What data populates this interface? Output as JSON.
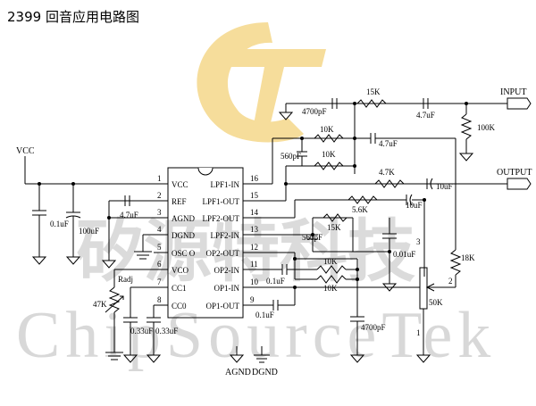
{
  "title": "2399 回音应用电路图",
  "watermark": {
    "company_cn": "矽源特科技",
    "company_en": "ChipSourceTek",
    "logo_color": "#f3d27a",
    "text_color": "#c8c8c8"
  },
  "ic": {
    "left_pins": [
      {
        "num": "1",
        "name": "VCC"
      },
      {
        "num": "2",
        "name": "REF"
      },
      {
        "num": "3",
        "name": "AGND"
      },
      {
        "num": "4",
        "name": "DGND"
      },
      {
        "num": "5",
        "name": "OSC O"
      },
      {
        "num": "6",
        "name": "VCO"
      },
      {
        "num": "7",
        "name": "CC1"
      },
      {
        "num": "8",
        "name": "CC0"
      }
    ],
    "right_pins": [
      {
        "num": "16",
        "name": "LPF1-IN"
      },
      {
        "num": "15",
        "name": "LPF1-OUT"
      },
      {
        "num": "14",
        "name": "LPF2-OUT"
      },
      {
        "num": "13",
        "name": "LPF2-IN"
      },
      {
        "num": "12",
        "name": "OP2-OUT"
      },
      {
        "num": "11",
        "name": "OP2-IN"
      },
      {
        "num": "10",
        "name": "OP1-IN"
      },
      {
        "num": "9",
        "name": "OP1-OUT"
      }
    ]
  },
  "ports": {
    "vcc": "VCC",
    "input": "INPUT",
    "output": "OUTPUT",
    "agnd": "AGND",
    "dgnd": "DGND"
  },
  "components": {
    "c_4700pf_top": "4700pF",
    "r_15k_top": "15K",
    "c_4_7uf_in": "4.7uF",
    "r_100k": "100K",
    "r_10k_a": "10K",
    "r_10k_b": "10K",
    "c_560pf_top": "560pF",
    "c_4_7uf_mid": "4.7uF",
    "r_4_7k": "4.7K",
    "c_10uf_out": "10uF",
    "c_10uf_mid": "10uF",
    "r_5_6k": "5.6K",
    "r_15k_mid": "15K",
    "c_560pf_mid": "560pF",
    "c_0_01uf": "0.01uF",
    "r_18k": "18K",
    "r_10k_c": "10K",
    "r_10k_d": "10K",
    "c_0_1uf_op": "0.1uF",
    "c_0_1uf_bot": "0.1uF",
    "c_4700pf_bot": "4700pF",
    "pot_50k": "50K",
    "pot_pin1": "1",
    "pot_pin2": "2",
    "pot_pin3": "3",
    "c_0_1uf_vcc": "0.1uF",
    "c_100uf": "100uF",
    "c_4_7uf_ref": "4.7uF",
    "r_adj": "Radj",
    "r_47k": "47K",
    "c_0_33uf_a": "0.33uF",
    "c_0_33uf_b": "0.33uF"
  }
}
